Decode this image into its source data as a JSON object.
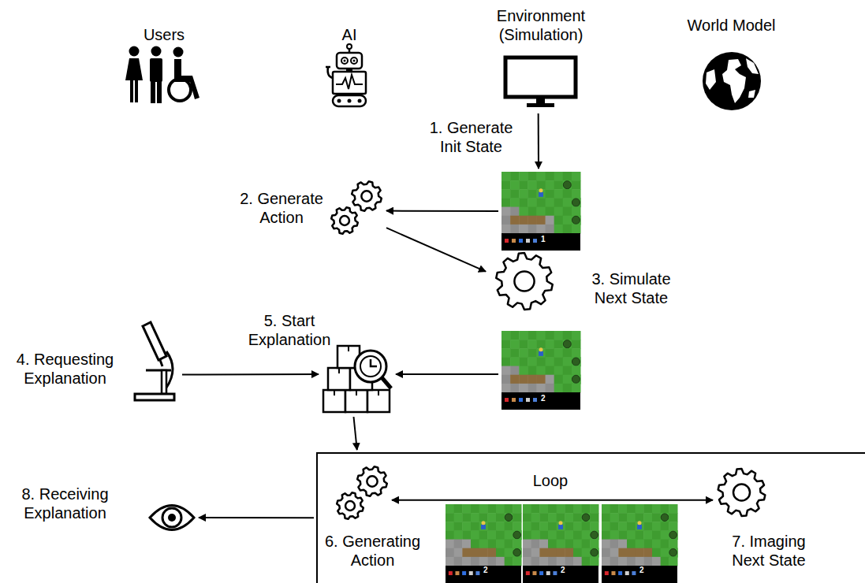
{
  "diagram": {
    "nodes": [
      {
        "text": [
          "Users"
        ]
      },
      {
        "text": [
          "AI"
        ]
      },
      {
        "text": [
          "Environment (Simulation)"
        ]
      },
      {
        "text": [
          "World Model"
        ]
      },
      {
        "text": [
          "1"
        ]
      },
      {
        "text": [
          "2. Generate Action"
        ]
      },
      {
        "text": [
          "3. Simulate Next State"
        ]
      },
      {
        "text": [
          "2"
        ]
      },
      {
        "text": [
          "4. Requesting Explanation"
        ]
      },
      {
        "text": [
          "5. Start Explanation"
        ]
      },
      {
        "text": []
      },
      {
        "text": [
          "6. Generating Action"
        ],
        "in": 10
      },
      {
        "text": [
          "2"
        ],
        "in": 10
      },
      {
        "text": [
          "2"
        ],
        "in": 10
      },
      {
        "text": [
          "2"
        ],
        "in": 10
      },
      {
        "text": [
          "7. Imaging Next State"
        ],
        "in": 10
      },
      {
        "text": [
          "8. Receiving Explanation"
        ]
      }
    ],
    "edges": [
      {
        "from": 2,
        "to": 4,
        "arrow": "to",
        "label": "1. Generate Init State"
      },
      {
        "from": 4,
        "to": 5,
        "arrow": "to"
      },
      {
        "from": 5,
        "to": 6,
        "arrow": "to"
      },
      {
        "from": 7,
        "to": 9,
        "arrow": "to"
      },
      {
        "from": 8,
        "to": 9,
        "arrow": "to"
      },
      {
        "from": 9,
        "to": 10,
        "arrow": "to"
      },
      {
        "from": 10,
        "to": 16,
        "arrow": "to"
      },
      {
        "from": 11,
        "to": 15,
        "arrow": "both",
        "label": "Loop"
      }
    ]
  }
}
